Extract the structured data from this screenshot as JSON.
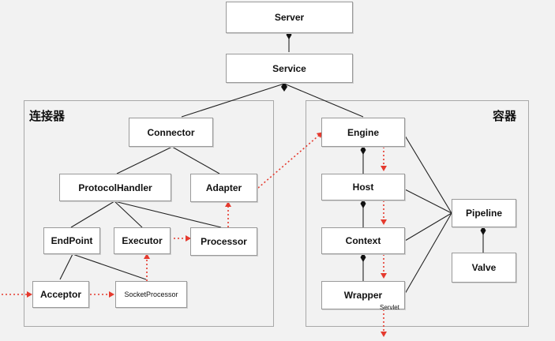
{
  "panels": {
    "connector_title": "连接器",
    "container_title": "容器"
  },
  "nodes": {
    "server": "Server",
    "service": "Service",
    "connector": "Connector",
    "protocol_handler": "ProtocolHandler",
    "adapter": "Adapter",
    "endpoint": "EndPoint",
    "executor": "Executor",
    "processor": "Processor",
    "acceptor": "Acceptor",
    "socket_processor": "SocketProcessor",
    "engine": "Engine",
    "host": "Host",
    "context": "Context",
    "wrapper": "Wrapper",
    "servlet_label": "Servlet",
    "pipeline": "Pipeline",
    "valve": "Valve"
  },
  "colors": {
    "solid_edge": "#222222",
    "dotted_edge": "#e53a2e",
    "box_border": "#9a9a9a"
  }
}
